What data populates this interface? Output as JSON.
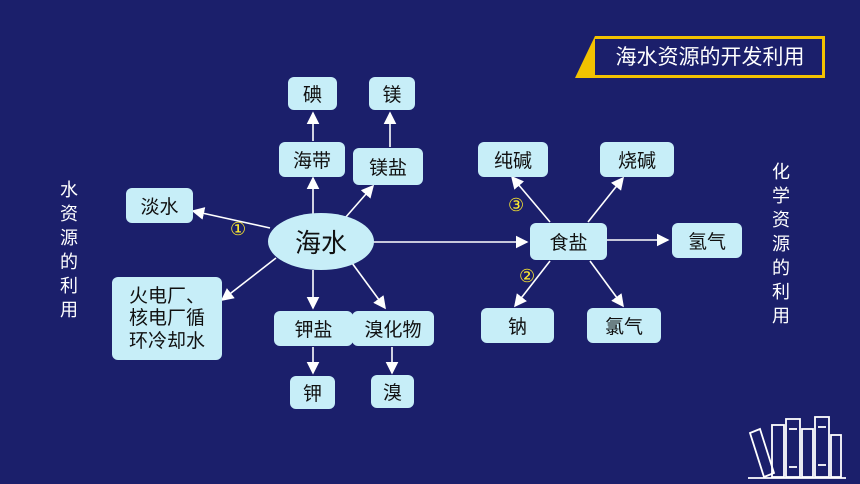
{
  "banner": {
    "title": "海水资源的开发利用"
  },
  "left_label": "水资源的利用",
  "right_label": "化学资源的利用",
  "nodes": {
    "center": "海水",
    "iodine": "碘",
    "kelp": "海带",
    "magnesium": "镁",
    "magnesium_salt": "镁盐",
    "fresh_water": "淡水",
    "cooling_water": "火电厂、\n核电厂循\n环冷却水",
    "potassium_salt": "钾盐",
    "potassium": "钾",
    "bromide": "溴化物",
    "bromine": "溴",
    "salt": "食盐",
    "soda_ash": "纯碱",
    "caustic_soda": "烧碱",
    "hydrogen": "氢气",
    "sodium": "钠",
    "chlorine": "氯气"
  },
  "markers": {
    "m1": "①",
    "m2": "②",
    "m3": "③"
  },
  "colors": {
    "background": "#1b1f6b",
    "node": "#c7eef8",
    "banner": "#f2c200",
    "marker": "#ffeb2e"
  }
}
